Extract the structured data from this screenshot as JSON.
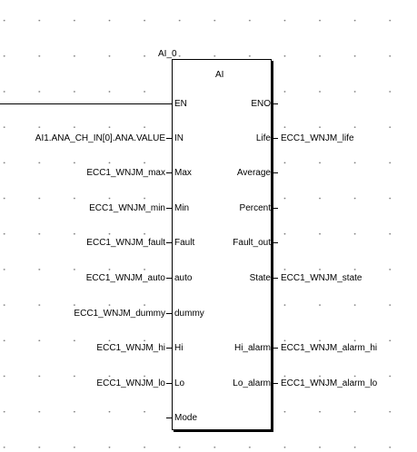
{
  "instance_name": "AI_0",
  "block_type": "AI",
  "connections": {
    "in": "AI1.ANA_CH_IN[0].ANA.VALUE",
    "max": "ECC1_WNJM_max",
    "min": "ECC1_WNJM_min",
    "fault": "ECC1_WNJM_fault",
    "auto": "ECC1_WNJM_auto",
    "dummy": "ECC1_WNJM_dummy",
    "hi": "ECC1_WNJM_hi",
    "lo": "ECC1_WNJM_lo",
    "life": "ECC1_WNJM_life",
    "state": "ECC1_WNJM_state",
    "hi_alarm": "ECC1_WNJM_alarm_hi",
    "lo_alarm": "ECC1_WNJM_alarm_lo"
  },
  "inputs": {
    "en": "EN",
    "in": "IN",
    "max": "Max",
    "min": "Min",
    "fault": "Fault",
    "auto": "auto",
    "dummy": "dummy",
    "hi": "Hi",
    "lo": "Lo",
    "mode": "Mode"
  },
  "outputs": {
    "eno": "ENO",
    "life": "Life",
    "average": "Average",
    "percent": "Percent",
    "fault_out": "Fault_out",
    "state": "State",
    "hi_alarm": "Hi_alarm",
    "lo_alarm": "Lo_alarm"
  }
}
